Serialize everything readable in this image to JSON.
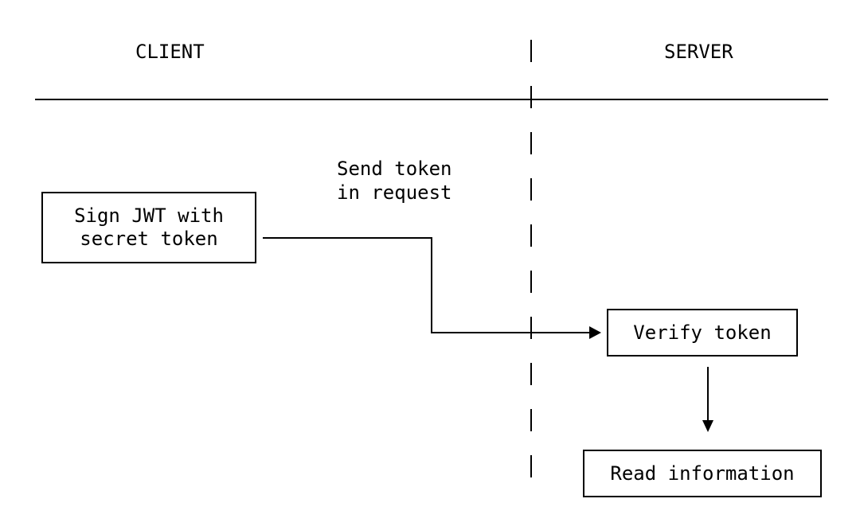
{
  "columns": {
    "client": "CLIENT",
    "server": "SERVER"
  },
  "nodes": {
    "sign": {
      "lines": [
        "Sign JWT with",
        "secret token"
      ]
    },
    "verify": {
      "label": "Verify token"
    },
    "read": {
      "label": "Read information"
    }
  },
  "edges": {
    "send": {
      "lines": [
        "Send token",
        "in request"
      ]
    }
  },
  "colors": {
    "ink": "#000000",
    "background": "#ffffff"
  }
}
